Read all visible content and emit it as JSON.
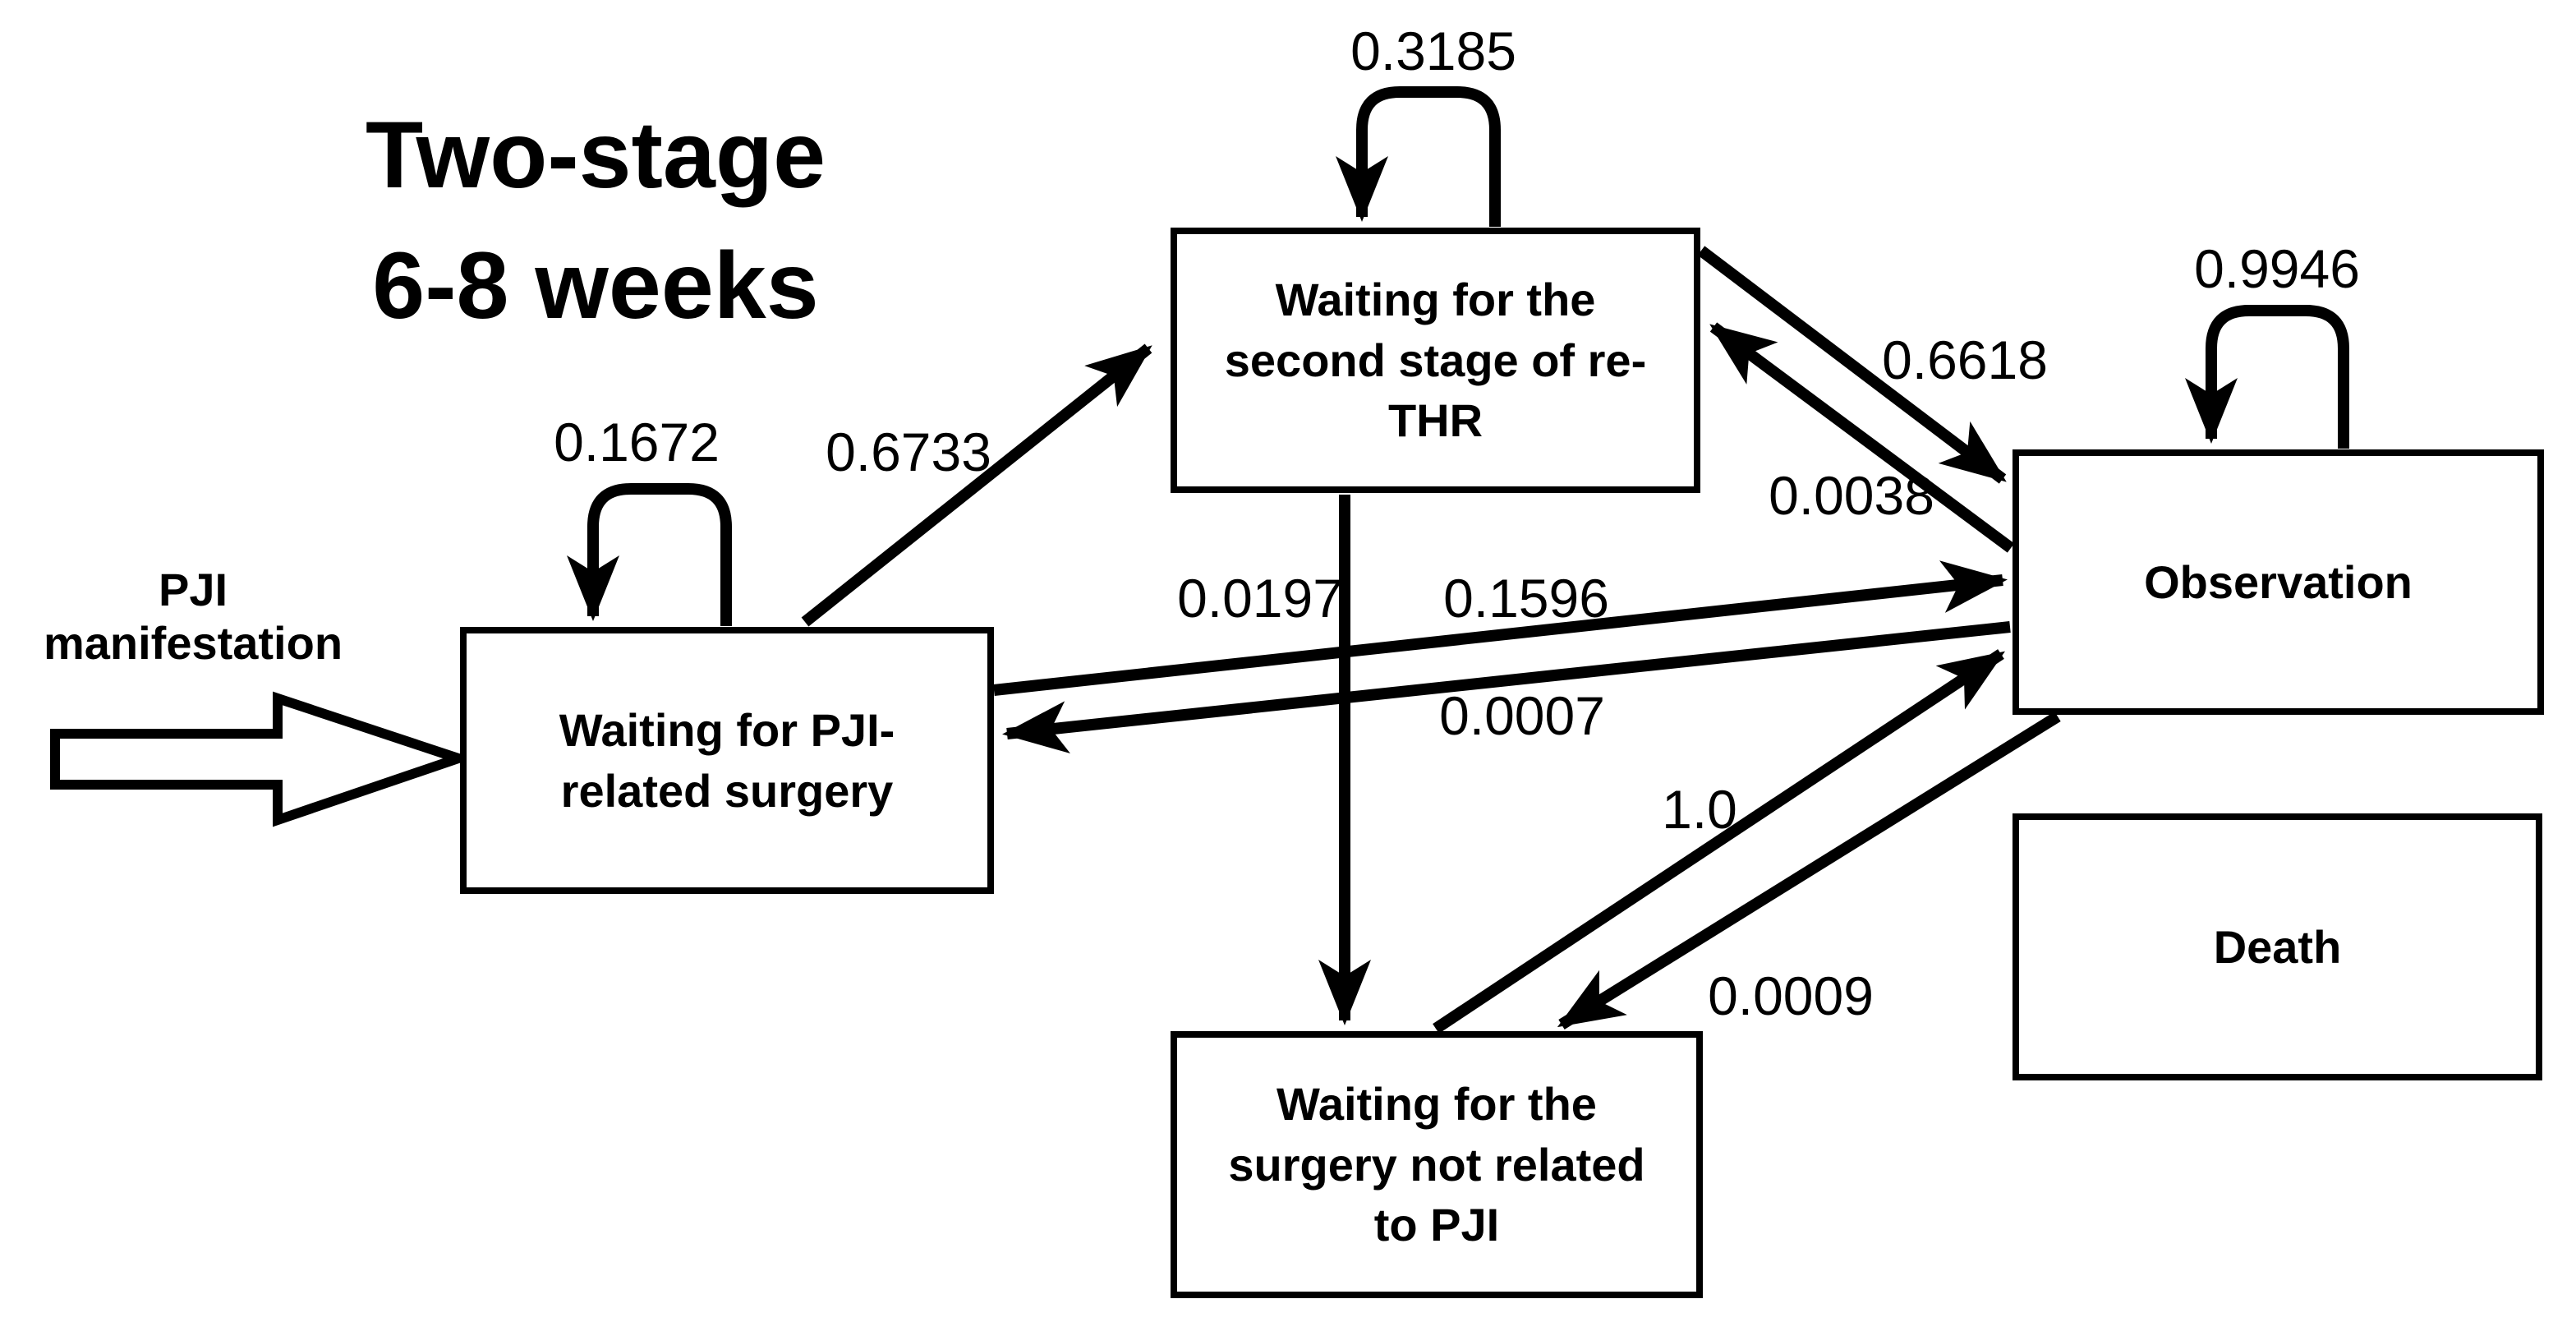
{
  "figure": {
    "title": "Two-stage\n6-8 weeks"
  },
  "entry_arrow": {
    "label": "PJI\nmanifestation"
  },
  "states": {
    "pji_surgery": {
      "label": "Waiting for PJI-\nrelated surgery",
      "self_loop_prob": "0.1672"
    },
    "second_stage": {
      "label": "Waiting for the\nsecond stage of re-\nTHR",
      "self_loop_prob": "0.3185"
    },
    "observation": {
      "label": "Observation",
      "self_loop_prob": "0.9946"
    },
    "non_pji_surgery": {
      "label": "Waiting for the\nsurgery not related\nto PJI"
    },
    "death": {
      "label": "Death"
    }
  },
  "transitions": {
    "pji_surgery_to_second_stage": "0.6733",
    "second_stage_to_observation": "0.6618",
    "observation_to_second_stage": "0.0038",
    "second_stage_to_non_pji_surgery": "0.0197",
    "pji_surgery_to_observation": "0.1596",
    "observation_to_pji_surgery": "0.0007",
    "non_pji_surgery_to_observation": "1.0",
    "observation_to_non_pji_surgery": "0.0009"
  },
  "colors": {
    "ink": "#000000",
    "background": "#ffffff"
  }
}
